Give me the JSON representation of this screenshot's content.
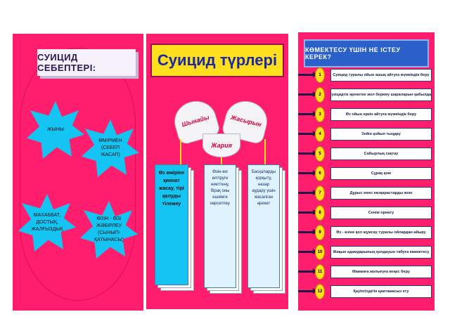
{
  "causes": {
    "title": "СУИЦИД СЕБЕПТЕРІ:",
    "items": [
      "ЖЫНЫ",
      "ӨМІРМЕН (СЕБЕП ЖАСАП)",
      "МАХАББАТ, ДОСТЫҚ, ЖАЛҒЫЗДЫҚ",
      "ӨЗІН - ӨЗІ ЖӘБІРЛЕУ (СЫНЫП-ҚАТЫНАСЫ)"
    ]
  },
  "types": {
    "title": "Суицид түрлері",
    "labels": [
      "Шынайы",
      "Жасырын",
      "Жария"
    ],
    "cards": [
      "Өз өміріне қиянат жасау, тірі қалуды тілемеу",
      "Өзін-өзі өлтіруге ниеттену, бірақ оны ешкімге көрсетпеу",
      "Басқаларды қорқыту, назар аудару үшін жасалған әрекет"
    ]
  },
  "help": {
    "title": "КӨМЕКТЕСУ ҮШІН НЕ ІСТЕУ КЕРЕК?",
    "items": [
      {
        "n": "1",
        "text": "Суицид туралы ойын ашық айтуға мүмкіндік беру"
      },
      {
        "n": "2",
        "text": "Суицидтік әрекетке жол бермеу шараларын қабылдау"
      },
      {
        "n": "3",
        "text": "Өз ойын еркін айтуға мүмкіндік беру"
      },
      {
        "n": "4",
        "text": "Зейін қойып тыңдау"
      },
      {
        "n": "5",
        "text": "Сабырлық сақтау"
      },
      {
        "n": "6",
        "text": "Сұрақ қою"
      },
      {
        "n": "7",
        "text": "Дұрыс емес көзқарастарды жою"
      },
      {
        "n": "8",
        "text": "Сенім орнату"
      },
      {
        "n": "9",
        "text": "Өз - өзіне қол жұмсау туралы ойлардан айыру"
      },
      {
        "n": "10",
        "text": "Жақын адамдарының қолдауын табуға көмектесу"
      },
      {
        "n": "11",
        "text": "Маманға жолығуға кеңес беру"
      },
      {
        "n": "12",
        "text": "Қауіпсіздігін қамтамасыз ету"
      }
    ]
  }
}
